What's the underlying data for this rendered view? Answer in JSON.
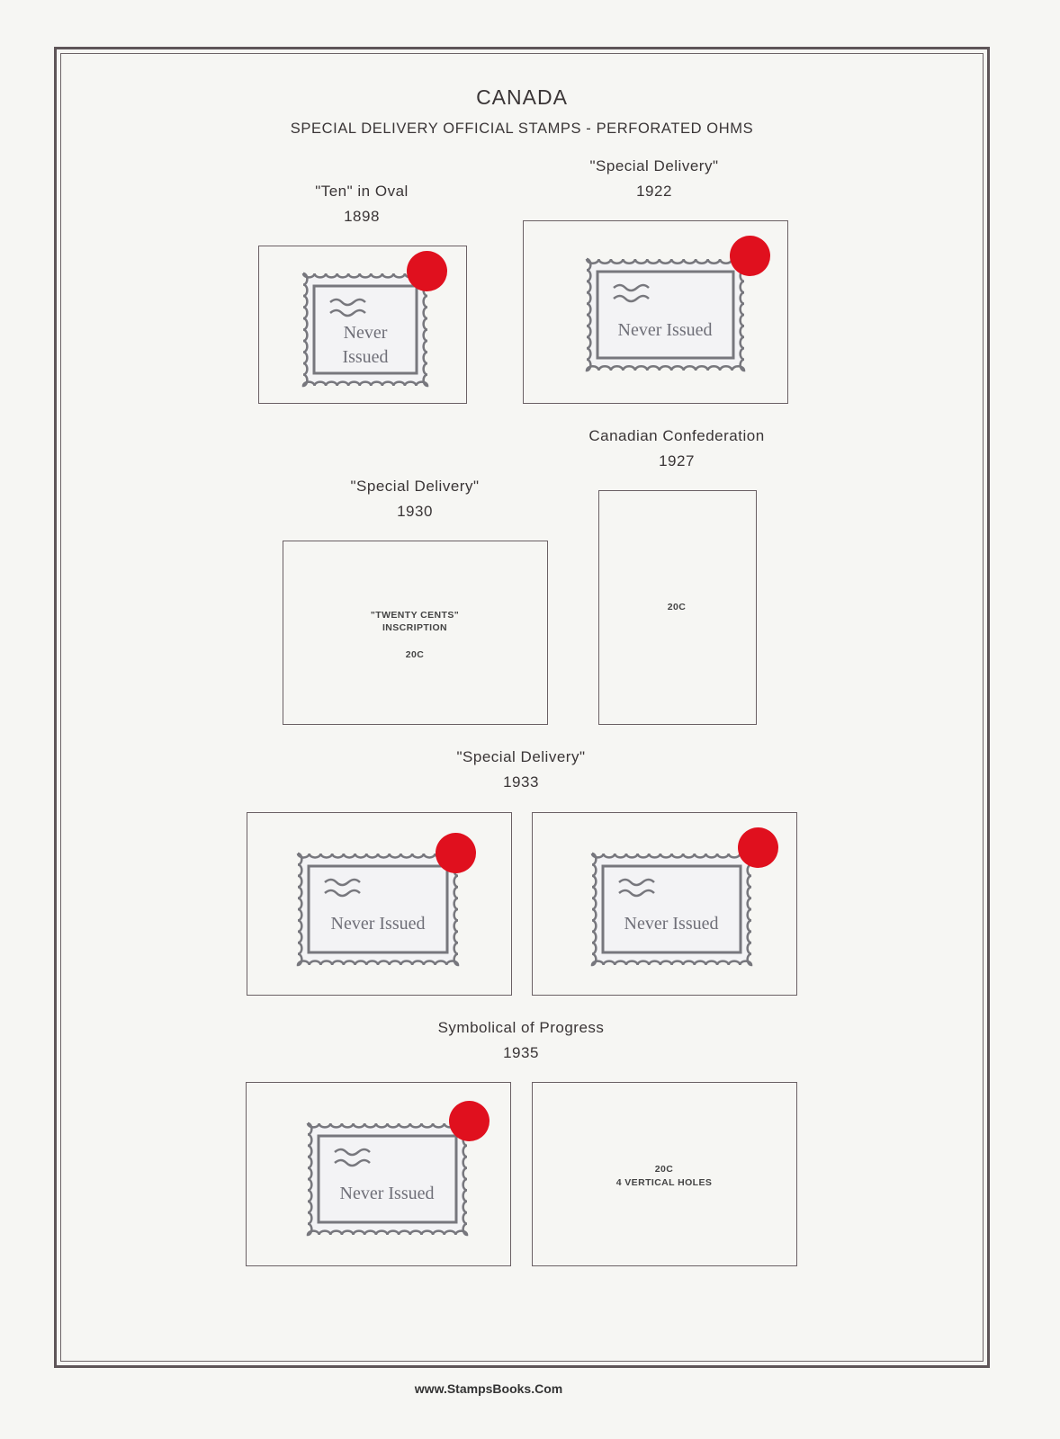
{
  "page": {
    "title": "CANADA",
    "subtitle": "SPECIAL DELIVERY OFFICIAL STAMPS  - PERFORATED OHMS",
    "footer": "www.StampsBooks.Com"
  },
  "sections": [
    {
      "name": "\"Ten\" in Oval",
      "year": "1898"
    },
    {
      "name": "\"Special Delivery\"",
      "year": "1922"
    },
    {
      "name": "Canadian Confederation",
      "year": "1927"
    },
    {
      "name": "\"Special Delivery\"",
      "year": "1930"
    },
    {
      "name": "\"Special Delivery\"",
      "year": "1933"
    },
    {
      "name": "Symbolical of Progress",
      "year": "1935"
    }
  ],
  "placeholders": {
    "never_issued_line1": "Never",
    "never_issued_line2": "Issued",
    "never_issued": "Never Issued"
  },
  "boxes": {
    "b1930": {
      "line1": "\"TWENTY CENTS\"",
      "line2": "INSCRIPTION",
      "value": "20C"
    },
    "b1927": {
      "value": "20C"
    },
    "b1935": {
      "value": "20C",
      "line2": "4 VERTICAL HOLES"
    }
  },
  "colors": {
    "marker": "#e0101e",
    "border": "#5e5558"
  }
}
